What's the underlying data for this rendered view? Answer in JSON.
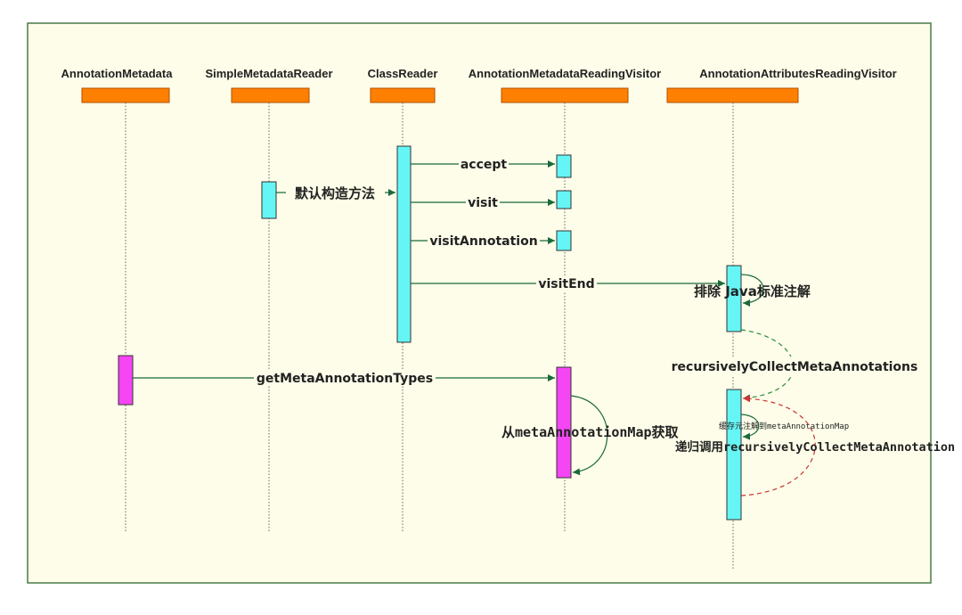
{
  "colors": {
    "frame_fill": "#fdfde9",
    "frame_border": "#4a7a4a",
    "header_box": "#ff8000",
    "activation_cyan": "#66f5f5",
    "activation_magenta": "#f545f5",
    "arrow": "#1a6a3a",
    "self_call_green": "#2a8a3a",
    "self_call_red": "#cc3333"
  },
  "participants": [
    {
      "label": "AnnotationMetadata"
    },
    {
      "label": "SimpleMetadataReader"
    },
    {
      "label": "ClassReader"
    },
    {
      "label": "AnnotationMetadataReadingVisitor"
    },
    {
      "label": "AnnotationAttributesReadingVisitor"
    }
  ],
  "messages": {
    "default_constructor": "默认构造方法",
    "accept": "accept",
    "visit": "visit",
    "visit_annotation": "visitAnnotation",
    "visit_end": "visitEnd",
    "exclude_java": "排除 Java标准注解",
    "recursively_collect": "recursivelyCollectMetaAnnotations",
    "get_meta_annotation_types": "getMetaAnnotationTypes",
    "from_map": "从metaAnnotationMap获取",
    "cache_meta": "缓存元注解到metaAnnotationMap",
    "recursive_call": "递归调用recursivelyCollectMetaAnnotation"
  }
}
